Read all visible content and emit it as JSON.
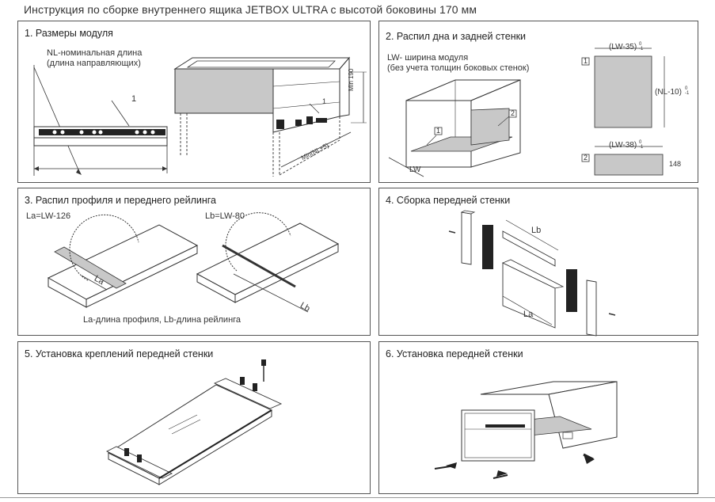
{
  "header": {
    "title": "Инструкция по сборке  внутреннего  ящика JETBOX ULTRA  с высотой боковины 170 мм"
  },
  "panels": {
    "p1": {
      "title": "1. Размеры модуля",
      "note_line1": "NL-номинальная длина",
      "note_line2": "(длина направляющих)",
      "callout": "1",
      "callout_box": "1",
      "dim_height": "Min 190",
      "dim_length": "Min(NL+5)"
    },
    "p2": {
      "title": "2. Распил дна и задней стенки",
      "note_line1": "LW- ширина модуля",
      "note_line2": "(без учета толщин боковых стенок)",
      "lw": "LW",
      "tag1": "1",
      "tag2": "2",
      "part1_width": "(LW-35)",
      "part1_height": "(NL-10)",
      "part2_width": "(LW-38)",
      "part2_height": "148",
      "tol_top": "0",
      "tol_bottom": "-1"
    },
    "p3": {
      "title": "3. Распил профиля и переднего рейлинга",
      "la_formula": "La=LW-126",
      "lb_formula": "Lb=LW-80",
      "la": "La",
      "lb": "Lb",
      "caption": "La-длина профиля, Lb-длина рейлинга"
    },
    "p4": {
      "title": "4. Сборка передней стенки",
      "lb": "Lb",
      "la": "La"
    },
    "p5": {
      "title": "5. Установка креплений передней стенки"
    },
    "p6": {
      "title": "6. Установка передней стенки"
    }
  },
  "colors": {
    "border": "#555555",
    "panel_fill": "#c8c8c8",
    "line": "#333333"
  }
}
